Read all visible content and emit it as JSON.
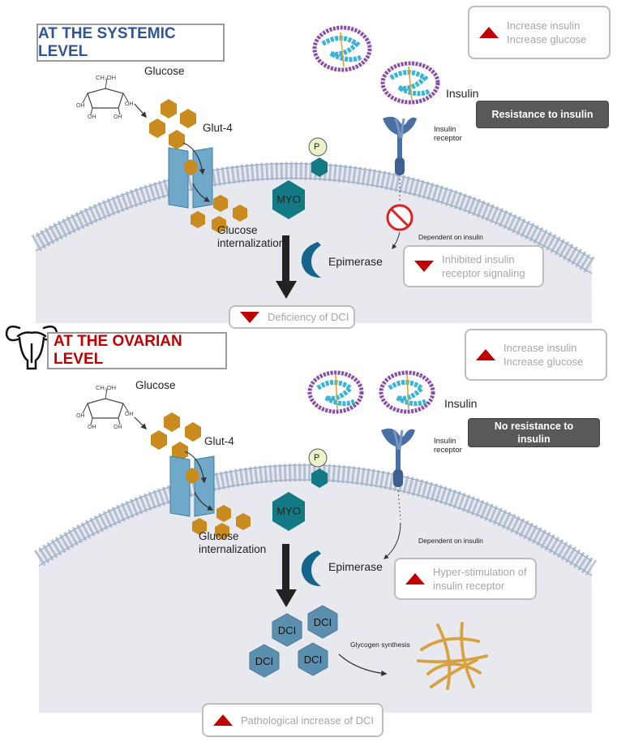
{
  "systemic": {
    "title": "AT THE SYSTEMIC LEVEL",
    "glucose_label": "Glucose",
    "glucose_formula": "CH₂OH",
    "hydroxyl": "OH",
    "glut4_label": "Glut-4",
    "internalization_label": "Glucose\ninternalization",
    "phosphate_label": "P",
    "myo_label": "MYO",
    "epimerase_label": "Epimerase",
    "insulin_label": "Insulin",
    "receptor_label": "Insulin\nreceptor",
    "dependent_label": "Dependent on insulin",
    "resistance_box": "Resistance to insulin",
    "increase_box": {
      "line1": "Increase insulin",
      "line2": "Increase glucose"
    },
    "inhibited_box": {
      "line1": "Inhibited insulin",
      "line2": "receptor signaling"
    },
    "deficiency_box": "Deficiency of DCI"
  },
  "ovarian": {
    "title": "AT THE OVARIAN LEVEL",
    "glucose_label": "Glucose",
    "glucose_formula": "CH₂OH",
    "hydroxyl": "OH",
    "glut4_label": "Glut-4",
    "internalization_label": "Glucose\ninternalization",
    "phosphate_label": "P",
    "myo_label": "MYO",
    "epimerase_label": "Epimerase",
    "insulin_label": "Insulin",
    "receptor_label": "Insulin\nreceptor",
    "dependent_label": "Dependent on insulin",
    "no_resistance_box": "No resistance to\ninsulin",
    "increase_box": {
      "line1": "Increase insulin",
      "line2": "Increase glucose"
    },
    "hyper_box": {
      "line1": "Hyper-stimulation of",
      "line2": "insulin receptor"
    },
    "dci_labels": [
      "DCI",
      "DCI",
      "DCI",
      "DCI"
    ],
    "glycogen_label": "Glycogen synthesis",
    "pathological_box": "Pathological increase of DCI"
  },
  "colors": {
    "systemic_title": "#2f5597",
    "ovarian_title": "#c00000",
    "up_down_arrow": "#c00000",
    "glucose": "#c98a1e",
    "transporter": "#6fa8c9",
    "myo_teal": "#137a85",
    "receptor": "#4a6fa5",
    "dci": "#5b8fb0",
    "membrane": "#8ea9c7",
    "cytoplasm": "#e8e9ee",
    "dark_box": "#595959"
  },
  "icons": [
    "arrow-up-icon",
    "arrow-down-icon",
    "no-entry-icon",
    "uterus-icon",
    "glucose-molecule-icon",
    "insulin-molecule-icon",
    "insulin-receptor-icon",
    "glut4-transporter-icon",
    "glycogen-icon"
  ]
}
